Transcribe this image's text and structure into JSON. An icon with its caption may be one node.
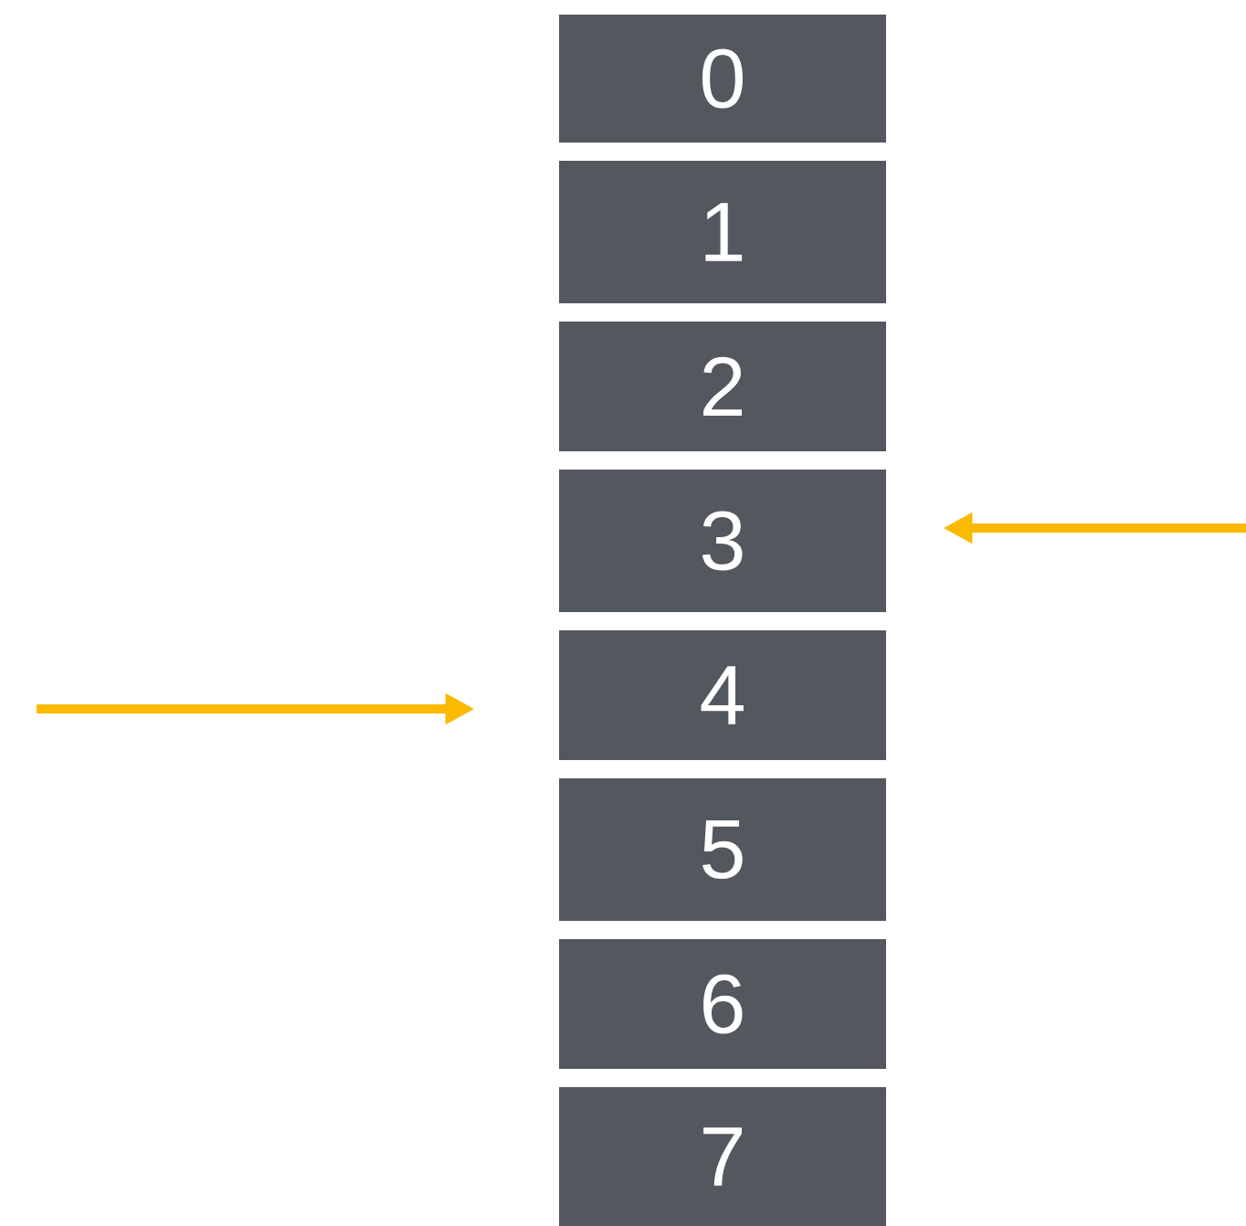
{
  "diagram": {
    "nodes": [
      {
        "text": [
          "0"
        ]
      },
      {
        "text": [
          "1"
        ]
      },
      {
        "text": [
          "2"
        ]
      },
      {
        "text": [
          "3"
        ]
      },
      {
        "text": [
          "4"
        ]
      },
      {
        "text": [
          "5"
        ]
      },
      {
        "text": [
          "6"
        ]
      },
      {
        "text": [
          "7"
        ]
      }
    ],
    "edges": [
      {
        "from": null,
        "to": 3,
        "arrow": "to"
      },
      {
        "from": null,
        "to": 4,
        "arrow": "to"
      }
    ]
  }
}
